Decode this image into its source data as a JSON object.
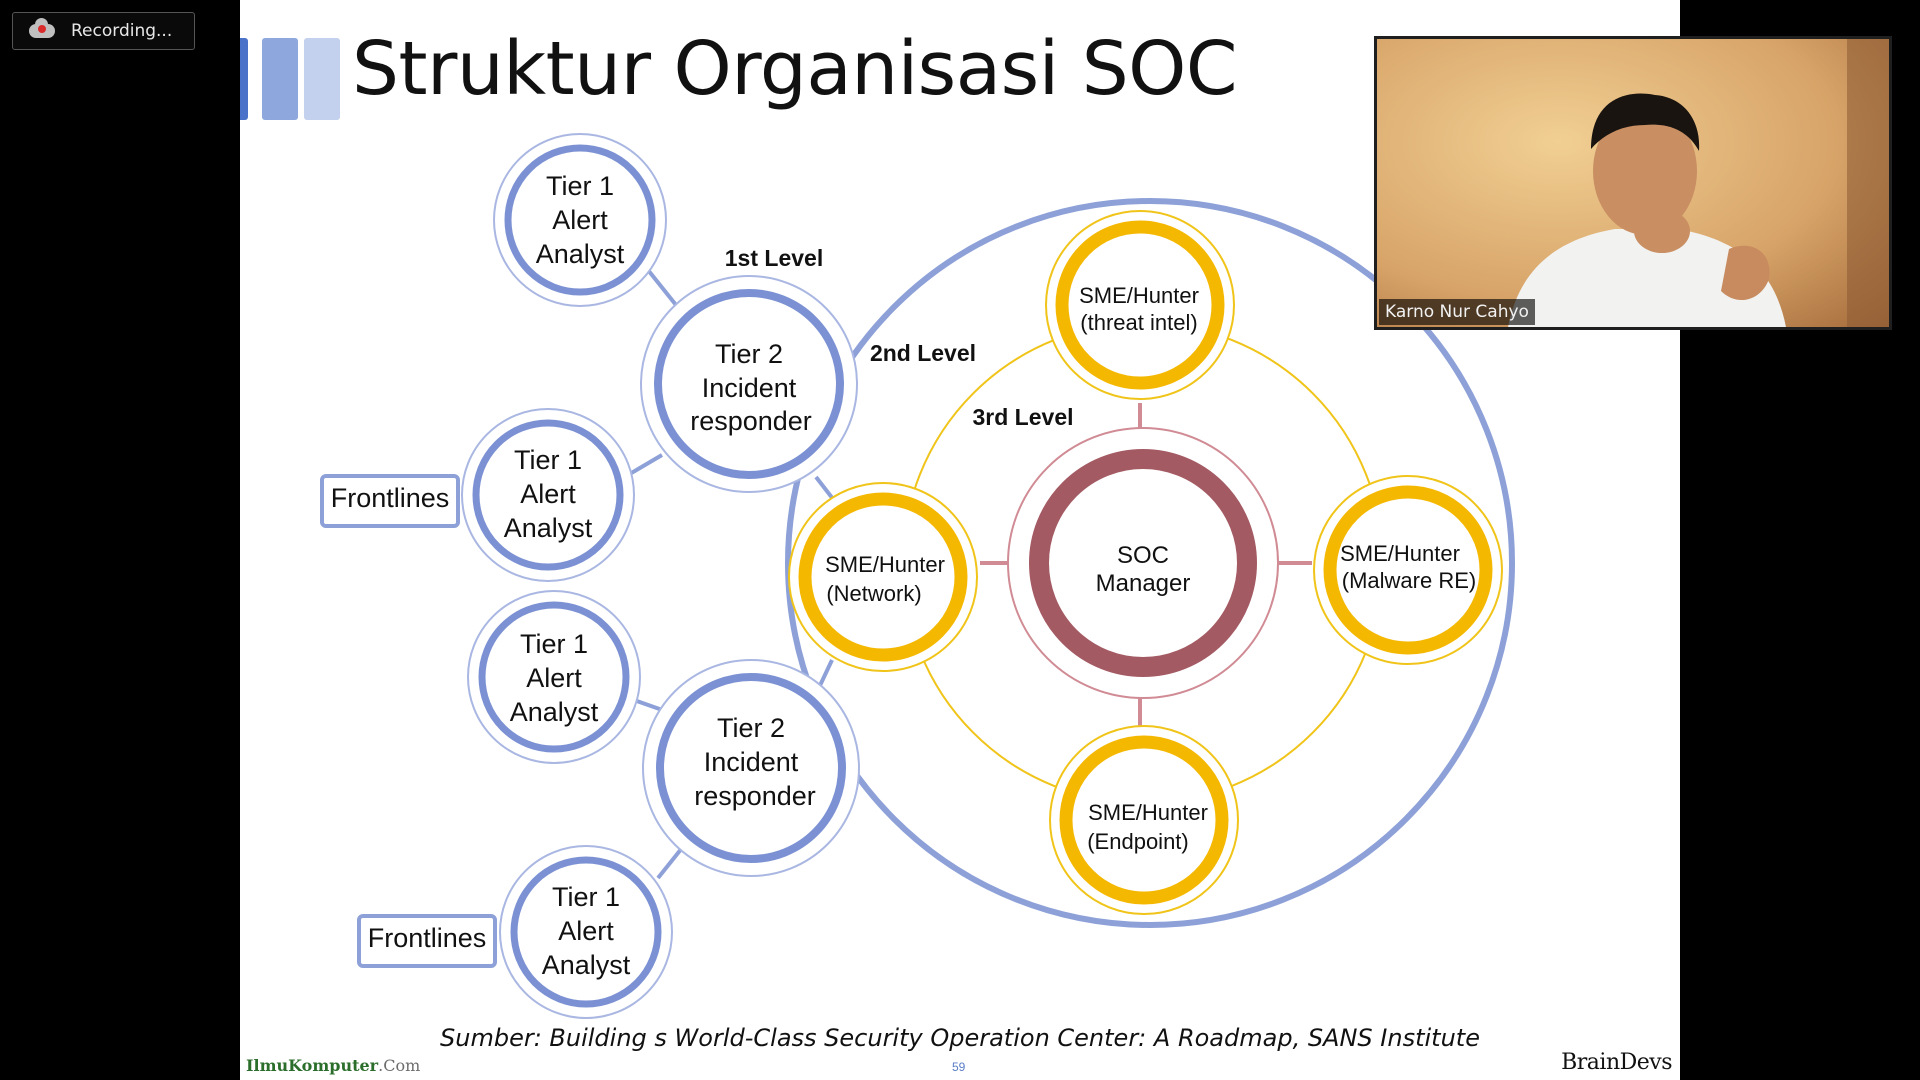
{
  "recording": {
    "label": "Recording...",
    "icon": "cloud-record-icon"
  },
  "slide": {
    "title": "Struktur Organisasi SOC",
    "levels": {
      "first": "1st Level",
      "second": "2nd Level",
      "third": "3rd Level"
    },
    "tier1": [
      {
        "l1": "Tier 1",
        "l2": "Alert",
        "l3": "Analyst"
      },
      {
        "l1": "Tier 1",
        "l2": "Alert",
        "l3": "Analyst"
      },
      {
        "l1": "Tier 1",
        "l2": "Alert",
        "l3": "Analyst"
      },
      {
        "l1": "Tier 1",
        "l2": "Alert",
        "l3": "Analyst"
      }
    ],
    "tier2": [
      {
        "l1": "Tier 2",
        "l2": "Incident",
        "l3": "responder"
      },
      {
        "l1": "Tier 2",
        "l2": "Incident",
        "l3": "responder"
      }
    ],
    "frontlines": [
      "Frontlines",
      "Frontlines"
    ],
    "sme": {
      "threat": {
        "l1": "SME/Hunter",
        "l2": "(threat intel)"
      },
      "network": {
        "l1": "SME/Hunter",
        "l2": "(Network)"
      },
      "malware": {
        "l1": "SME/Hunter",
        "l2": "(Malware RE)"
      },
      "endpoint": {
        "l1": "SME/Hunter",
        "l2": "(Endpoint)"
      }
    },
    "manager": {
      "l1": "SOC",
      "l2": "Manager"
    },
    "source": "Sumber: Building s World-Class Security Operation Center: A Roadmap, SANS Institute",
    "logo_left": {
      "main": "IlmuKomputer",
      "suffix": ".Com"
    },
    "page_number": "59",
    "logo_right": "BrainDevs",
    "colors": {
      "blue": "#8da1d8",
      "blue_dark": "#7b91d3",
      "orange": "#f5b800",
      "maroon": "#a45a63",
      "yellow_ring": "#f0c419"
    }
  },
  "webcam": {
    "name": "Karno Nur Cahyo"
  }
}
